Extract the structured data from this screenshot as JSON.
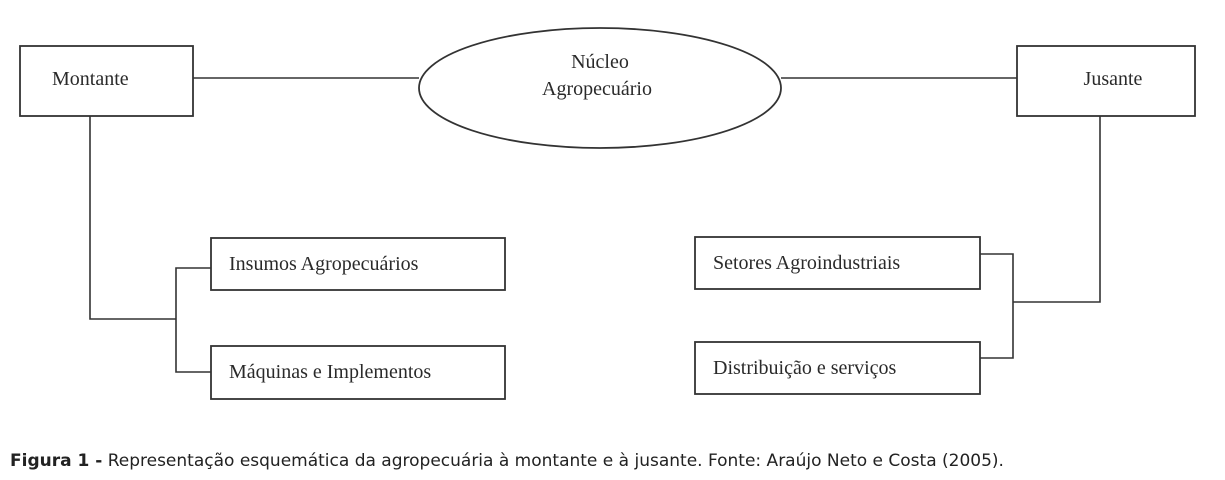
{
  "diagram": {
    "center": {
      "line1": "Núcleo",
      "line2": "Agropecuário"
    },
    "upstream": {
      "label": "Montante",
      "children": [
        "Insumos Agropecuários",
        "Máquinas e Implementos"
      ]
    },
    "downstream": {
      "label": "Jusante",
      "children": [
        "Setores Agroindustriais",
        "Distribuição e serviços"
      ]
    },
    "stroke_color": "#333333"
  },
  "caption": {
    "label": "Figura 1 -",
    "text": " Representação esquemática da agropecuária à montante e à jusante. Fonte: Araújo Neto e Costa (2005)."
  }
}
